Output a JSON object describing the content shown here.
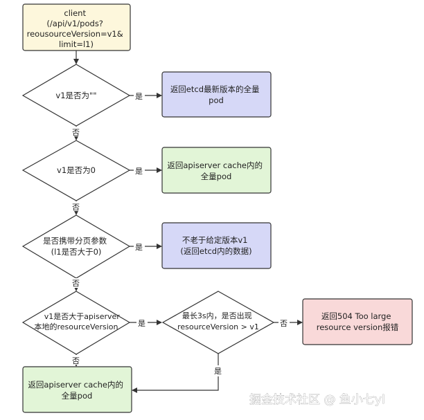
{
  "colors": {
    "start": "#fdf7dc",
    "decision": "#ffffff",
    "result_blue": "#d6d8f7",
    "result_green": "#e2f5d7",
    "result_red": "#f9d9d9",
    "stroke": "#333333"
  },
  "nodes": {
    "start": {
      "lines": [
        "client",
        "(/api/v1/pods?",
        "reousourceVersion=v1&",
        "limit=l1)"
      ]
    },
    "d1": {
      "lines": [
        "v1是否为\"\""
      ]
    },
    "r1": {
      "lines": [
        "返回etcd最新版本的全量",
        "pod"
      ]
    },
    "d2": {
      "lines": [
        "v1是否为0"
      ]
    },
    "r2": {
      "lines": [
        "返回apiserver cache内的",
        "全量pod"
      ]
    },
    "d3": {
      "lines": [
        "是否携带分页参数",
        "(l1是否大于0)"
      ]
    },
    "r3": {
      "lines": [
        "不老于给定版本v1",
        "(返回etcd内的数据)"
      ]
    },
    "d4": {
      "lines": [
        "v1是否大于apiserver",
        "本地的resourceVersion"
      ]
    },
    "d5": {
      "lines": [
        "最长3s内，是否出现",
        "resourceVersion > v1"
      ]
    },
    "r5": {
      "lines": [
        "返回504 Too large",
        "resource version报错"
      ]
    },
    "r4": {
      "lines": [
        "返回apiserver cache内的",
        "全量pod"
      ]
    }
  },
  "edges": {
    "d1_yes": "是",
    "d1_no": "否",
    "d2_yes": "是",
    "d2_no": "否",
    "d3_yes": "是",
    "d3_no": "否",
    "d4_yes": "是",
    "d4_no": "否",
    "d5_yes": "是",
    "d5_no": "否"
  },
  "watermark": "掘金技术社区 @ 鱼小七yl"
}
